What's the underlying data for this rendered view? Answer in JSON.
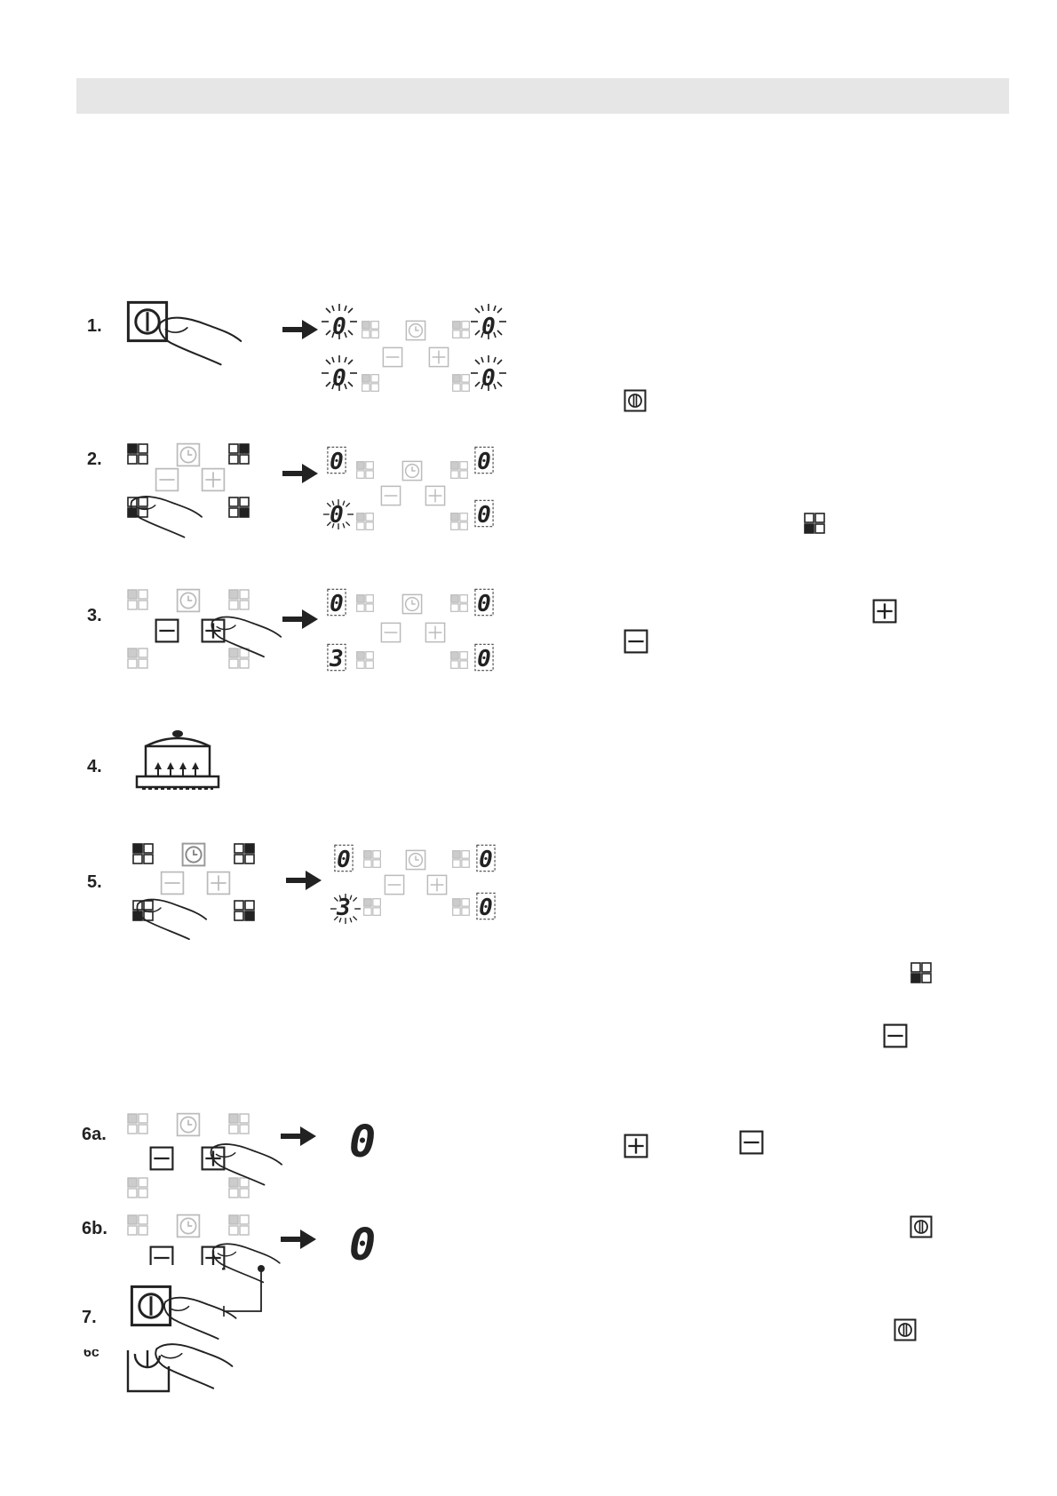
{
  "steps": [
    {
      "label": "1."
    },
    {
      "label": "2."
    },
    {
      "label": "3."
    },
    {
      "label": "4."
    },
    {
      "label": "5."
    },
    {
      "label": "6a."
    },
    {
      "label": "6b."
    },
    {
      "label": "7."
    },
    {
      "label": "6c"
    }
  ],
  "digits": {
    "zero": "0",
    "three": "3"
  },
  "icons": {
    "power": "power-button-icon",
    "zone_select": "cooking-zone-select-icon",
    "plus": "plus-button-icon",
    "minus": "minus-button-icon",
    "timer": "timer-clock-icon",
    "pot": "cooking-pot-icon",
    "finger": "finger-press-icon",
    "arrow": "right-arrow-icon"
  },
  "colors": {
    "ink": "#222222",
    "faint": "#bbbbbb",
    "header_bar": "#e6e6e6"
  }
}
